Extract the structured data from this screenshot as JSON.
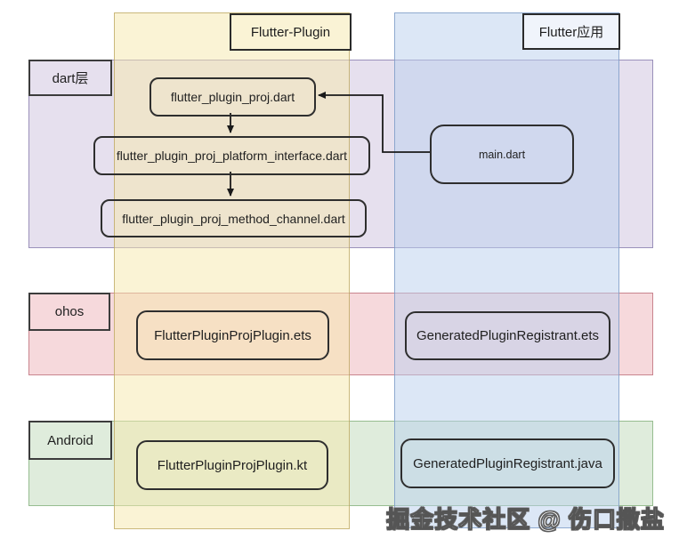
{
  "diagram": {
    "columns": [
      {
        "id": "flutter-plugin",
        "label": "Flutter-Plugin",
        "fill": "#FAF3D5",
        "border": "#BAA45C"
      },
      {
        "id": "flutter-app",
        "label": "Flutter应用",
        "fill": "#DCE7F6",
        "border": "#7696C3"
      }
    ],
    "rows": [
      {
        "id": "dart-layer",
        "label": "dart层",
        "fill": "#E6E0EE",
        "border": "#9A90BA"
      },
      {
        "id": "ohos",
        "label": "ohos",
        "fill": "#F6D9DC",
        "border": "#C9848E"
      },
      {
        "id": "android",
        "label": "Android",
        "fill": "#DFECDC",
        "border": "#97BD90"
      }
    ],
    "nodes": [
      {
        "id": "n1",
        "label": "flutter_plugin_proj.dart",
        "row": "dart-layer",
        "column": "flutter-plugin"
      },
      {
        "id": "n2",
        "label": "flutter_plugin_proj_platform_interface.dart",
        "row": "dart-layer",
        "column": "flutter-plugin"
      },
      {
        "id": "n3",
        "label": "flutter_plugin_proj_method_channel.dart",
        "row": "dart-layer",
        "column": "flutter-plugin"
      },
      {
        "id": "n4",
        "label": "main.dart",
        "row": "dart-layer",
        "column": "flutter-app"
      },
      {
        "id": "n5",
        "label": "FlutterPluginProjPlugin.ets",
        "row": "ohos",
        "column": "flutter-plugin"
      },
      {
        "id": "n6",
        "label": "GeneratedPluginRegistrant.ets",
        "row": "ohos",
        "column": "flutter-app"
      },
      {
        "id": "n7",
        "label": "FlutterPluginProjPlugin.kt",
        "row": "android",
        "column": "flutter-plugin"
      },
      {
        "id": "n8",
        "label": "GeneratedPluginRegistrant.java",
        "row": "android",
        "column": "flutter-app"
      }
    ],
    "edges": [
      {
        "from": "flutter_plugin_proj.dart",
        "to": "flutter_plugin_proj_platform_interface.dart",
        "type": "arrow-down"
      },
      {
        "from": "flutter_plugin_proj_platform_interface.dart",
        "to": "flutter_plugin_proj_method_channel.dart",
        "type": "arrow-down"
      },
      {
        "from": "main.dart",
        "to": "flutter_plugin_proj.dart",
        "type": "elbow-arrow-left"
      }
    ],
    "watermark": "掘金技术社区 @ 伤口撒盐",
    "colors": {
      "arrow": "#1a1a1a",
      "node_border": "#2e2e2e",
      "text": "#1f1f1f",
      "background": "#ffffff"
    }
  }
}
